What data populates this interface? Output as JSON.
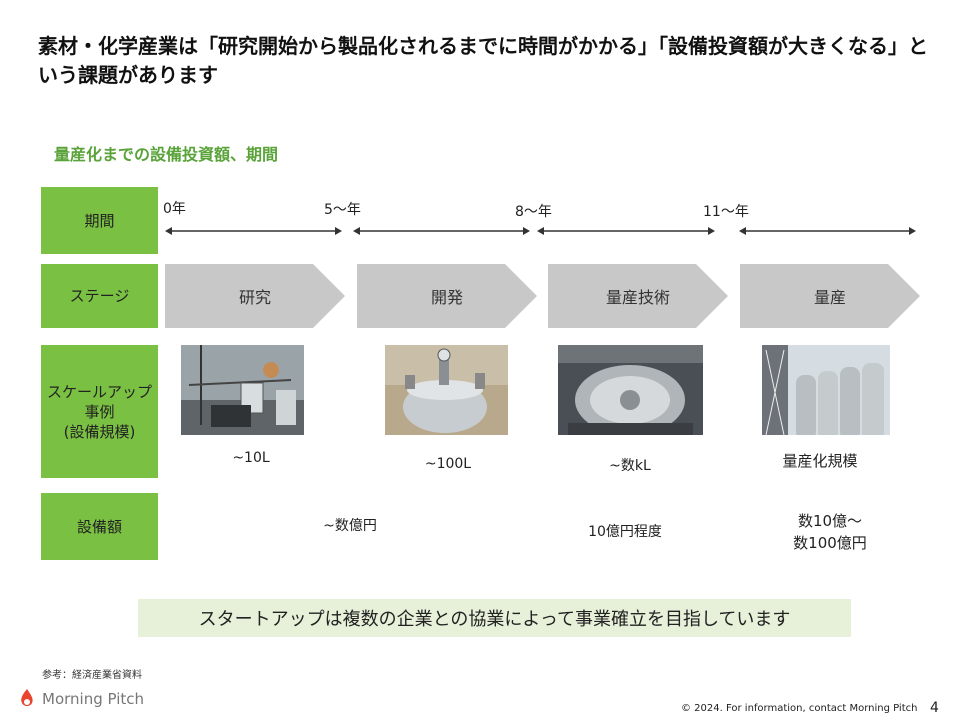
{
  "title": "素材・化学産業は「研究開始から製品化されるまでに時間がかかる」「設備投資額が大きくなる」という課題があります",
  "subtitle": "量産化までの設備投資額、期間",
  "row_labels": {
    "period": "期間",
    "stage": "ステージ",
    "example_line1": "スケールアップ",
    "example_line2": "事例",
    "example_line3": "(設備規模)",
    "cost": "設備額"
  },
  "years": [
    "0年",
    "5～年",
    "8～年",
    "11～年"
  ],
  "stages": [
    "研究",
    "開発",
    "量産技術",
    "量産"
  ],
  "scales": [
    "~10L",
    "~100L",
    "~数kL",
    "量産化規模"
  ],
  "costs": {
    "rd": "~数億円",
    "tech": "10億円程度",
    "mass_line1": "数10億～",
    "mass_line2": "数100億円"
  },
  "banner": "スタートアップは複数の企業との協業によって事業確立を目指しています",
  "reference": "参考：経済産業省資料",
  "logo_text": "Morning Pitch",
  "footer": "© 2024.  For information,  contact Morning  Pitch",
  "page_number": "4",
  "colors": {
    "accent_green": "#7ac043",
    "subtitle_green": "#5aa33a",
    "chevron_gray": "#c8c8c8",
    "banner_bg": "#e7f1d9",
    "logo_red": "#e8452c"
  }
}
